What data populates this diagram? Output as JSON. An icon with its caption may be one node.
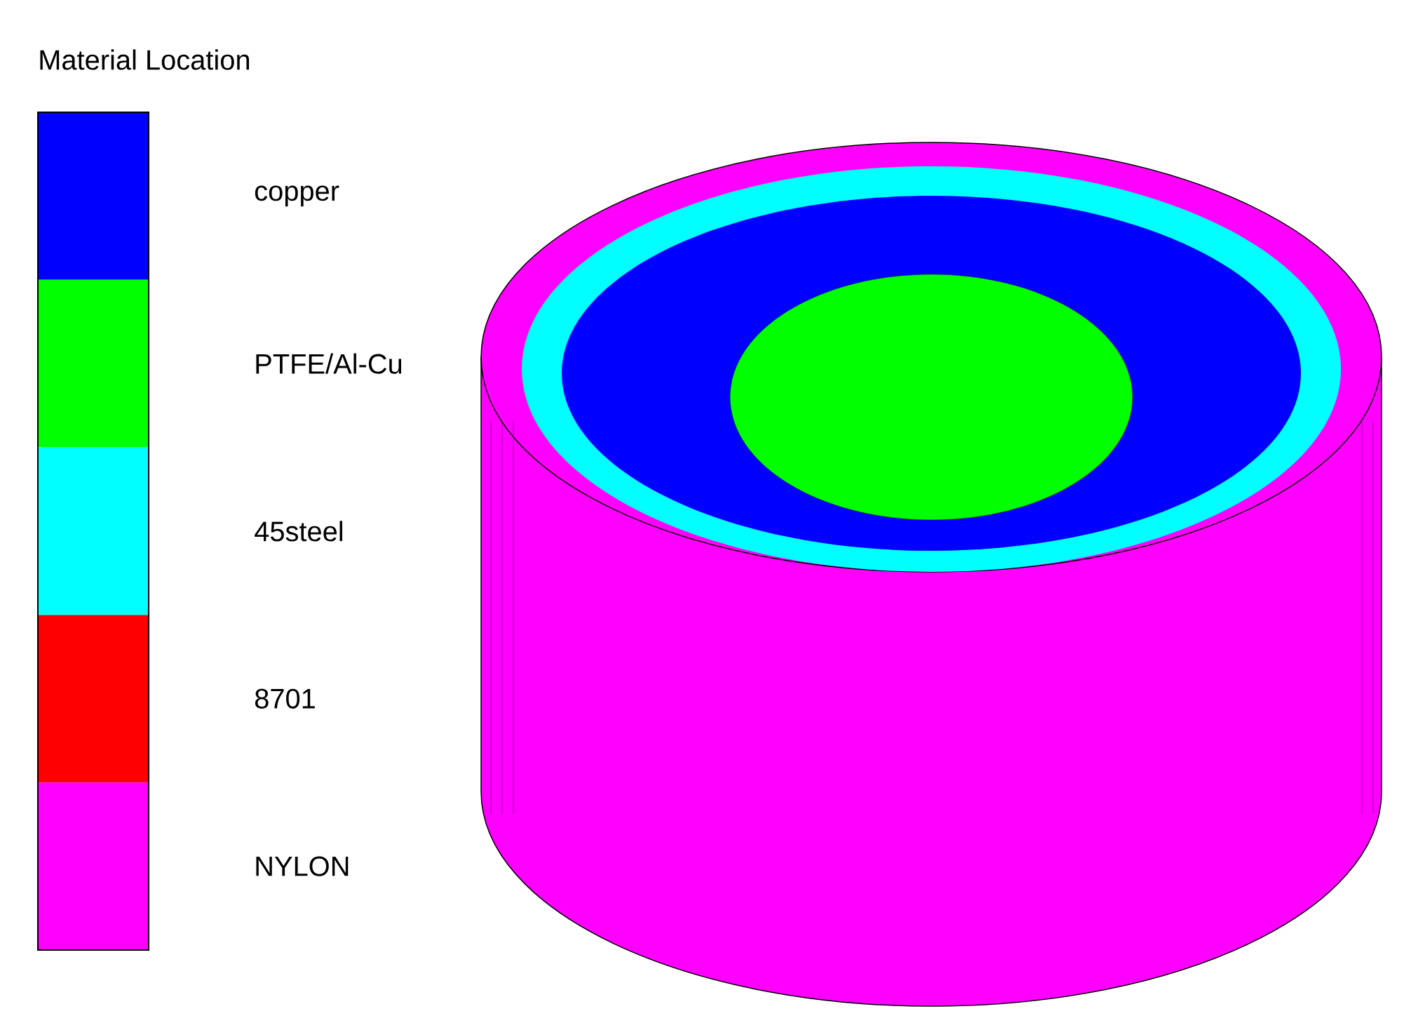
{
  "diagram": {
    "title": "Material Location",
    "legend": [
      {
        "text": "copper",
        "color": "#0000ff"
      },
      {
        "text": "PTFE/Al-Cu",
        "color": "#00ff00"
      },
      {
        "text": "45steel",
        "color": "#00ffff"
      },
      {
        "text": "8701",
        "color": "#ff0000"
      },
      {
        "text": "NYLON",
        "color": "#ff00ff"
      }
    ]
  }
}
